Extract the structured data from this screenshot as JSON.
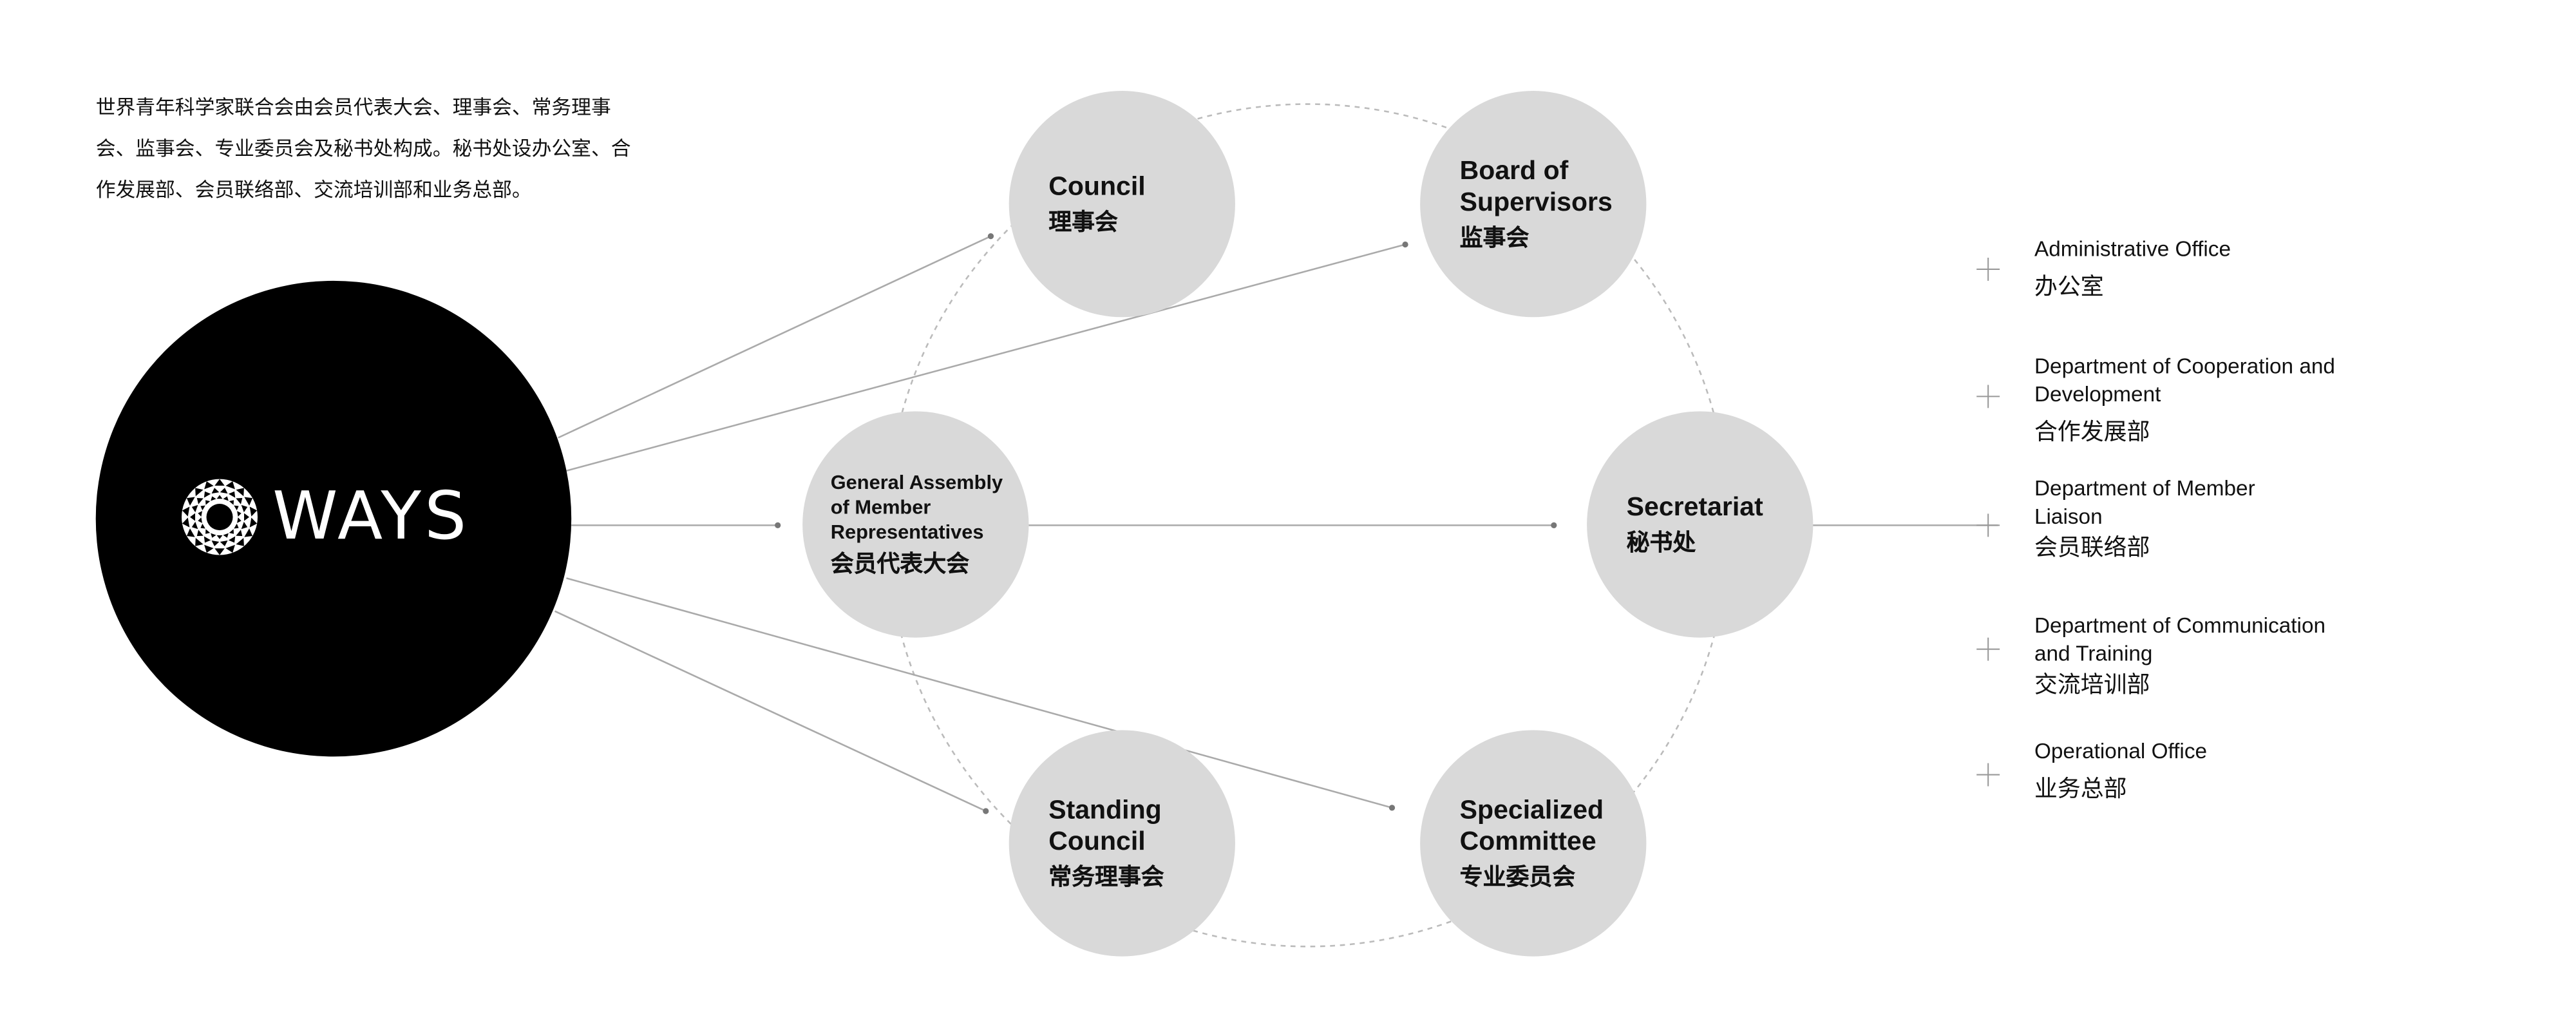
{
  "intro_text": "世界青年科学家联合会由会员代表大会、理事会、常务理事会、监事会、专业委员会及秘书处构成。秘书处设办公室、合作发展部、会员联络部、交流培训部和业务总部。",
  "hub": {
    "logo_text": "WAYS"
  },
  "nodes": {
    "council": {
      "en": "Council",
      "zh": "理事会"
    },
    "board": {
      "en": "Board of Supervisors",
      "zh": "监事会"
    },
    "assembly": {
      "en": "General Assembly of Member Representatives",
      "zh": "会员代表大会"
    },
    "secretariat": {
      "en": "Secretariat",
      "zh": "秘书处"
    },
    "standing": {
      "en": "Standing Council",
      "zh": "常务理事会"
    },
    "specialized": {
      "en": "Specialized Committee",
      "zh": "专业委员会"
    }
  },
  "departments": [
    {
      "en": "Administrative Office",
      "zh": "办公室"
    },
    {
      "en": "Department of Cooperation and Development",
      "zh": "合作发展部"
    },
    {
      "en": "Department of Member Liaison",
      "zh": "会员联络部"
    },
    {
      "en": "Department of Communication and Training",
      "zh": "交流培训部"
    },
    {
      "en": "Operational Office",
      "zh": "业务总部"
    }
  ],
  "colors": {
    "hub": "#000000",
    "node": "#d9d9d9",
    "line": "#aaaaaa"
  }
}
